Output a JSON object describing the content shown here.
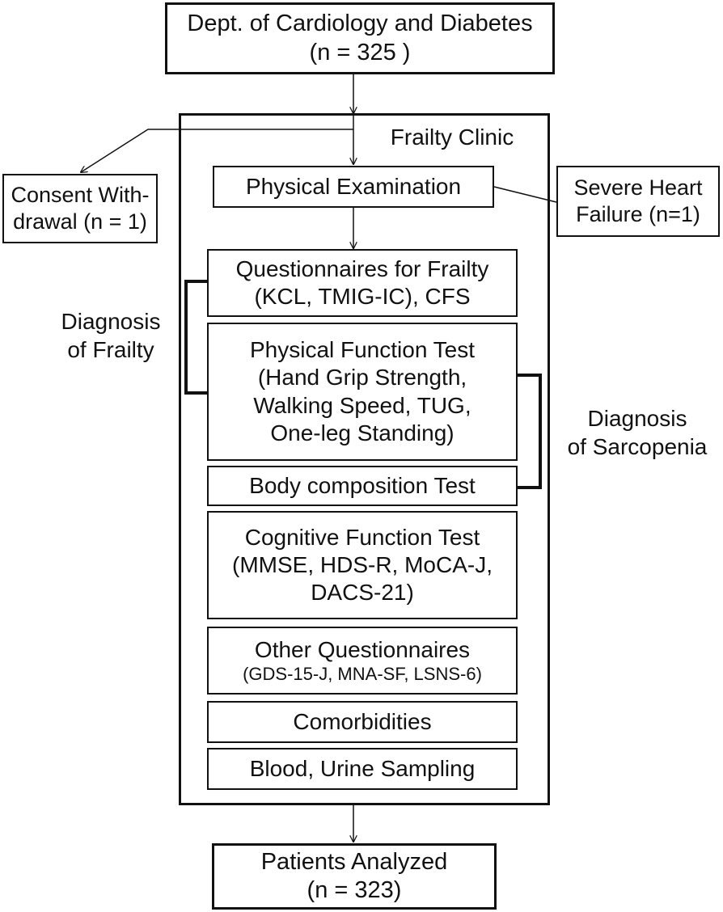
{
  "top_box": {
    "line1": "Dept. of Cardiology and Diabetes",
    "line2": "(n = 325 )"
  },
  "clinic": {
    "label": "Frailty Clinic"
  },
  "physical_exam": {
    "label": "Physical Examination"
  },
  "consent": {
    "line1": "Consent With-",
    "line2": "drawal (n = 1)"
  },
  "heart_failure": {
    "line1": "Severe Heart",
    "line2": "Failure (n=1)"
  },
  "questionnaires": {
    "line1": "Questionnaires for Frailty",
    "line2": "(KCL, TMIG-IC), CFS"
  },
  "physical_function": {
    "line1": "Physical Function Test",
    "line2": "(Hand Grip Strength,",
    "line3": "Walking Speed, TUG,",
    "line4": "One-leg Standing)"
  },
  "body_composition": {
    "label": "Body composition Test"
  },
  "cognitive": {
    "line1": "Cognitive Function Test",
    "line2": "(MMSE, HDS-R, MoCA-J,",
    "line3": "DACS-21)"
  },
  "other_q": {
    "line1": "Other Questionnaires",
    "line2": "(GDS-15-J, MNA-SF, LSNS-6)"
  },
  "comorbidities": {
    "label": "Comorbidities"
  },
  "blood": {
    "label": "Blood, Urine Sampling"
  },
  "diag_frailty": {
    "line1": "Diagnosis",
    "line2": "of Frailty"
  },
  "diag_sarcopenia": {
    "line1": "Diagnosis",
    "line2": "of Sarcopenia"
  },
  "result": {
    "line1": "Patients Analyzed",
    "line2": "(n = 323)"
  }
}
